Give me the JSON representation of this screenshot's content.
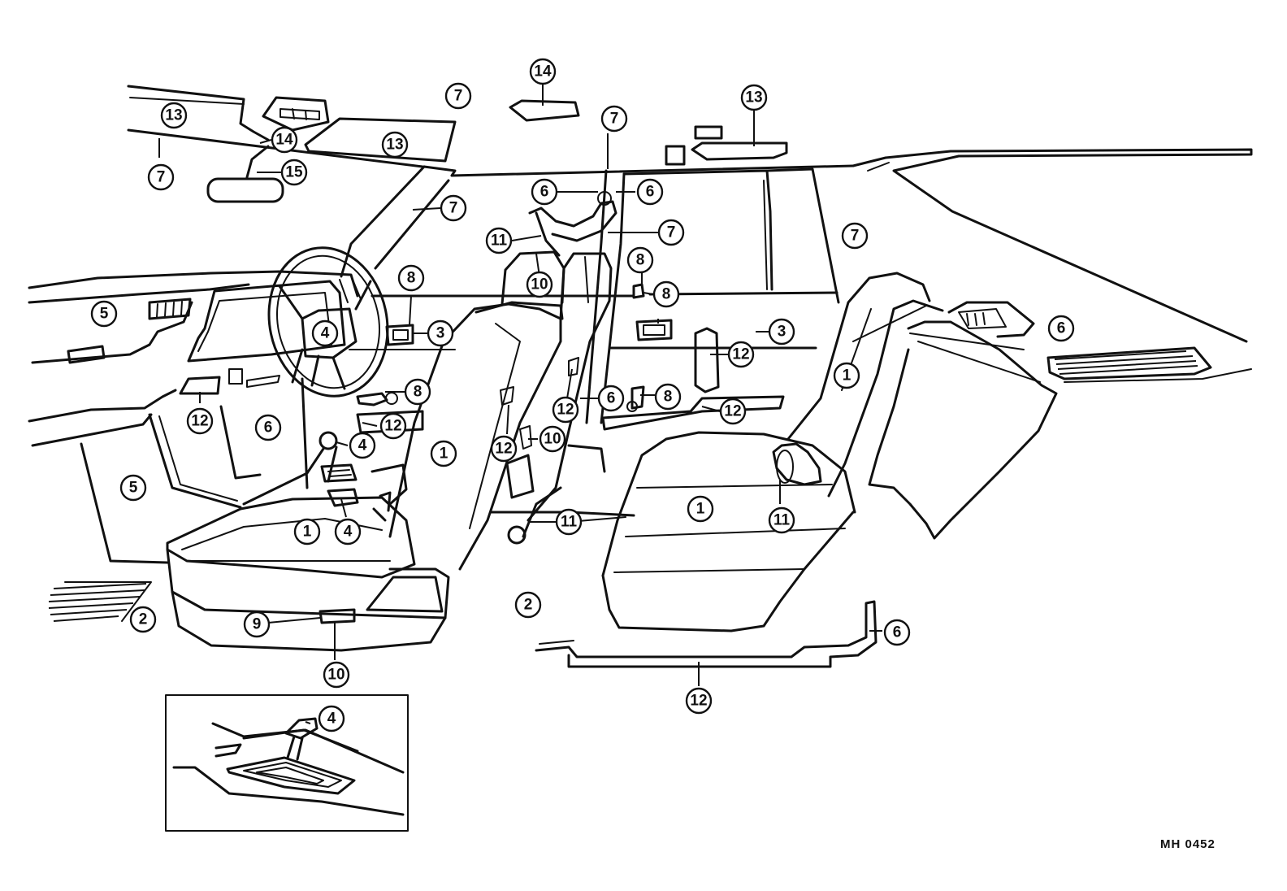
{
  "drawing_code": "MH  0452",
  "callouts": [
    "1",
    "2",
    "3",
    "4",
    "5",
    "6",
    "7",
    "8",
    "9",
    "10",
    "11",
    "12",
    "13",
    "14",
    "15"
  ]
}
